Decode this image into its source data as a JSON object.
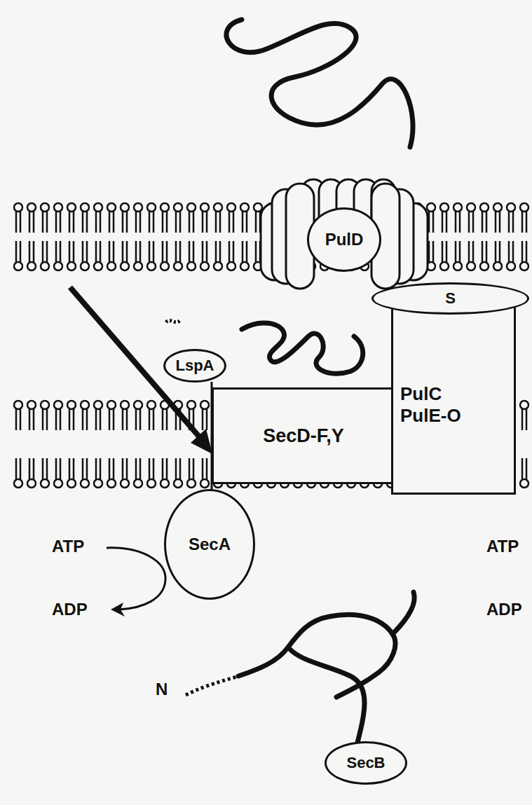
{
  "diagram": {
    "nodes": [
      {
        "text": [
          "PulD"
        ]
      },
      {
        "text": [
          "S"
        ]
      },
      {
        "text": [
          "PulC PulE-O"
        ]
      },
      {
        "text": [
          "LspA"
        ]
      },
      {
        "text": [
          "SecD-F,Y"
        ]
      },
      {
        "text": [
          "SecA"
        ]
      },
      {
        "text": [
          "SecB"
        ]
      }
    ],
    "labels": [
      "ATP",
      "ADP",
      "ATP",
      "ADP",
      "N"
    ]
  }
}
